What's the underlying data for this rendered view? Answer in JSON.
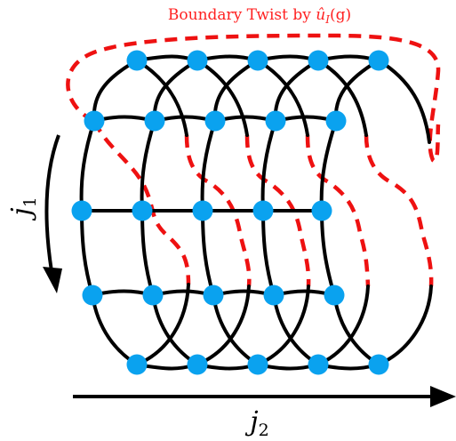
{
  "diagram": {
    "title": {
      "prefix": "Boundary Twist by ",
      "operator": "û",
      "operator_sub": "I",
      "argument": "(g)"
    },
    "axes": {
      "vertical": {
        "symbol": "j",
        "subscript": "1",
        "direction": "down"
      },
      "horizontal": {
        "symbol": "j",
        "subscript": "2",
        "direction": "right"
      }
    },
    "lattice": {
      "rows": 5,
      "columns": 5,
      "row_offsets": [
        "far",
        "near",
        "middle",
        "near",
        "far"
      ]
    },
    "colors": {
      "node": "#0aa2ef",
      "edge": "#000000",
      "twist": "#ee1111"
    }
  }
}
